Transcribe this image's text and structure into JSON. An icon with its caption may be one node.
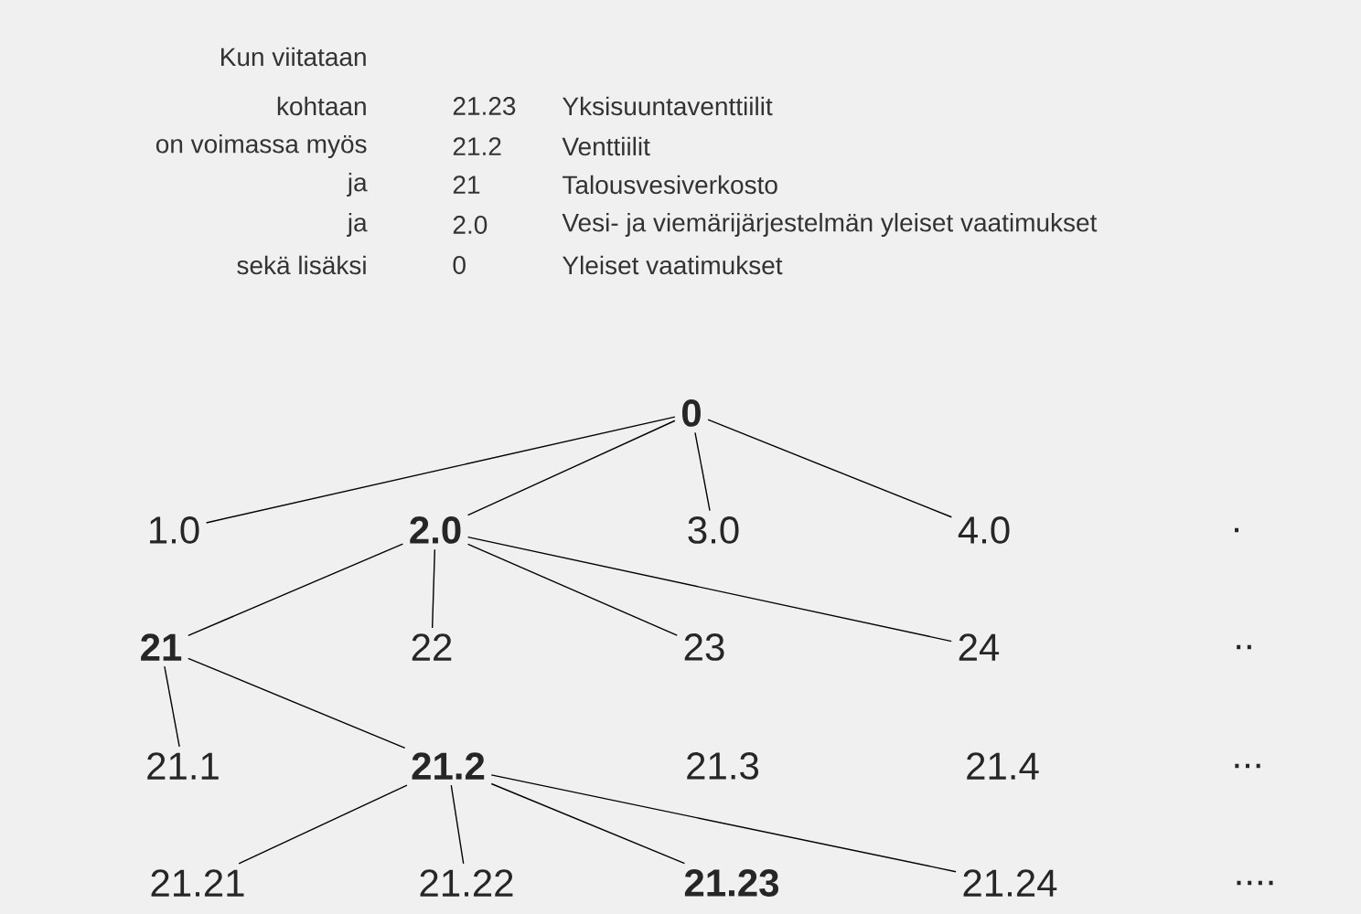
{
  "diagram": {
    "nodes": [
      {
        "text": [
          "0"
        ]
      },
      {
        "text": [
          "1.0"
        ]
      },
      {
        "text": [
          "2.0"
        ]
      },
      {
        "text": [
          "3.0"
        ]
      },
      {
        "text": [
          "4.0"
        ]
      },
      {
        "text": [
          "."
        ]
      },
      {
        "text": [
          "21"
        ]
      },
      {
        "text": [
          "22"
        ]
      },
      {
        "text": [
          "23"
        ]
      },
      {
        "text": [
          "24"
        ]
      },
      {
        "text": [
          ".."
        ]
      },
      {
        "text": [
          "21.1"
        ]
      },
      {
        "text": [
          "21.2"
        ]
      },
      {
        "text": [
          "21.3"
        ]
      },
      {
        "text": [
          "21.4"
        ]
      },
      {
        "text": [
          "..."
        ]
      },
      {
        "text": [
          "21.21"
        ]
      },
      {
        "text": [
          "21.22"
        ]
      },
      {
        "text": [
          "21.23"
        ]
      },
      {
        "text": [
          "21.24"
        ]
      },
      {
        "text": [
          "...."
        ]
      }
    ],
    "edges": [
      {
        "from": 0,
        "to": 1,
        "arrow": "none"
      },
      {
        "from": 0,
        "to": 2,
        "arrow": "none"
      },
      {
        "from": 0,
        "to": 3,
        "arrow": "none"
      },
      {
        "from": 0,
        "to": 4,
        "arrow": "none"
      },
      {
        "from": 2,
        "to": 6,
        "arrow": "none"
      },
      {
        "from": 2,
        "to": 7,
        "arrow": "none"
      },
      {
        "from": 2,
        "to": 8,
        "arrow": "none"
      },
      {
        "from": 2,
        "to": 9,
        "arrow": "none"
      },
      {
        "from": 6,
        "to": 11,
        "arrow": "none"
      },
      {
        "from": 6,
        "to": 12,
        "arrow": "none"
      },
      {
        "from": 12,
        "to": 16,
        "arrow": "none"
      },
      {
        "from": 12,
        "to": 17,
        "arrow": "none"
      },
      {
        "from": 12,
        "to": 18,
        "arrow": "none"
      },
      {
        "from": 12,
        "to": 19,
        "arrow": "none"
      }
    ],
    "labels": [
      "Kun viitataan",
      "kohtaan",
      "21.23",
      "Yksisuuntaventtiilit",
      "on voimassa myös",
      "21.2",
      "Venttiilit",
      "ja",
      "21",
      "Talousvesiverkosto",
      "ja",
      "2.0",
      "Vesi- ja viemärijärjestelmän yleiset vaatimukset",
      "sekä lisäksi",
      "0",
      "Yleiset vaatimukset"
    ]
  }
}
